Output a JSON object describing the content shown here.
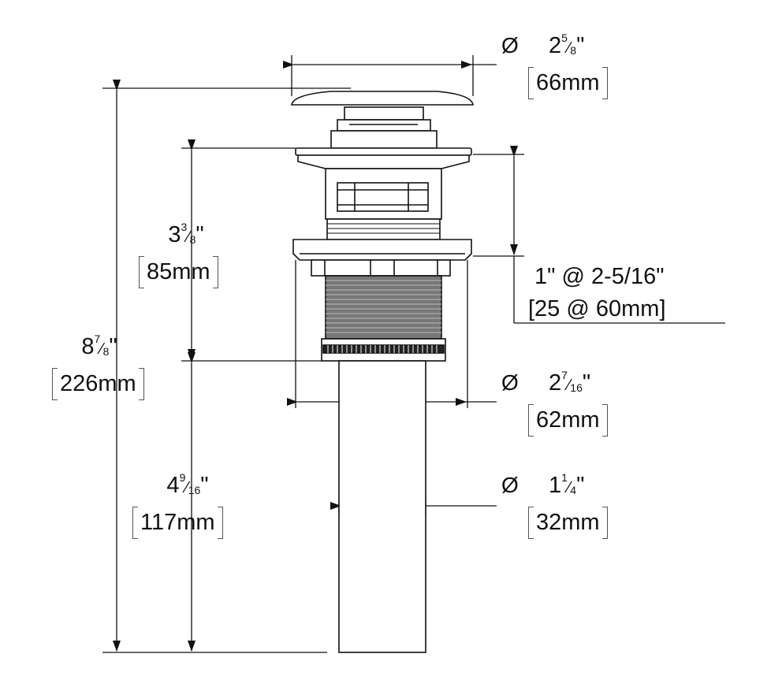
{
  "title": "Pop-up drain dimension drawing",
  "colors": {
    "line": "#111111",
    "thread": "#6a6a6a",
    "bracket": "#555555",
    "background": "#ffffff"
  },
  "dimensions": {
    "cap_diameter": {
      "symbol": "Ø",
      "whole": "2",
      "num": "5",
      "den": "8",
      "inch_mark": "\"",
      "metric": "66mm"
    },
    "flange_diameter": {
      "symbol": "Ø",
      "whole": "2",
      "num": "7",
      "den": "16",
      "inch_mark": "\"",
      "metric": "62mm"
    },
    "tailpiece_diameter": {
      "symbol": "Ø",
      "whole": "1",
      "num": "1",
      "den": "4",
      "inch_mark": "\"",
      "metric": "32mm"
    },
    "overall_height": {
      "whole": "8",
      "num": "7",
      "den": "8",
      "inch_mark": "\"",
      "metric": "226mm"
    },
    "upper_height": {
      "whole": "3",
      "num": "3",
      "den": "8",
      "inch_mark": "\"",
      "metric": "85mm"
    },
    "lower_height": {
      "whole": "4",
      "num": "9",
      "den": "16",
      "inch_mark": "\"",
      "metric": "117mm"
    },
    "overflow": {
      "imperial": "1\" @ 2-5/16\"",
      "metric": "[25 @ 60mm]"
    }
  }
}
